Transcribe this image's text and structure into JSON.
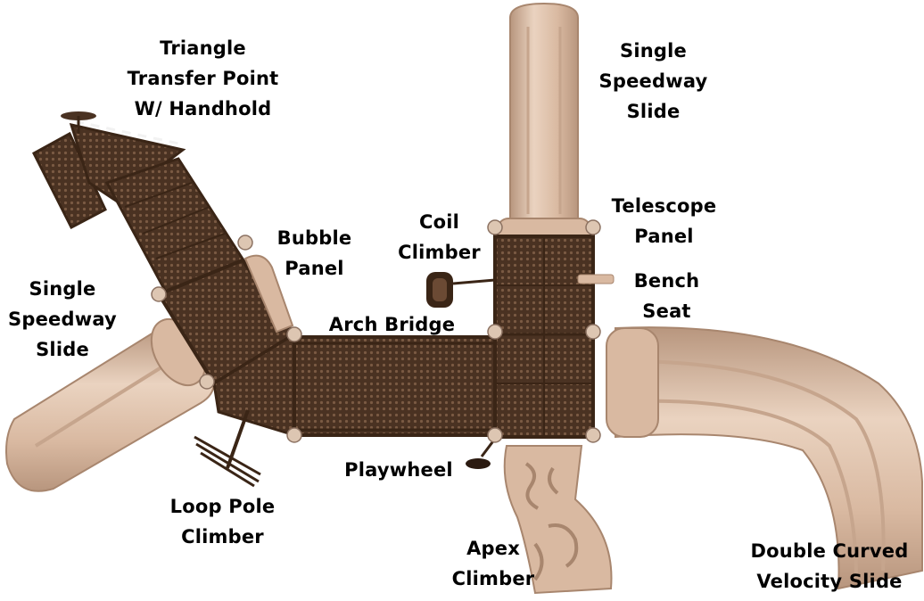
{
  "colors": {
    "deck": "#4a3222",
    "deck_hole": "#7a5a43",
    "frame": "#3a2516",
    "slide": "#d9b9a1",
    "slide_shade": "#b8967e",
    "slide_light": "#ead3c0",
    "post_cap": "#ddc6b2",
    "label_text": "#000000"
  },
  "labels": {
    "triangle_transfer": [
      "Triangle",
      "Transfer Point",
      "W/ Handhold"
    ],
    "single_speedway_top": [
      "Single",
      "Speedway",
      "Slide"
    ],
    "coil_climber": [
      "Coil",
      "Climber"
    ],
    "telescope_panel": [
      "Telescope",
      "Panel"
    ],
    "bubble_panel": [
      "Bubble",
      "Panel"
    ],
    "single_speedway_left": [
      "Single",
      "Speedway",
      "Slide"
    ],
    "arch_bridge": "Arch Bridge",
    "bench_seat": [
      "Bench",
      "Seat"
    ],
    "playwheel": "Playwheel",
    "loop_pole": [
      "Loop Pole",
      "Climber"
    ],
    "apex_climber": [
      "Apex",
      "Climber"
    ],
    "double_curved": [
      "Double Curved",
      "Velocity Slide"
    ]
  }
}
